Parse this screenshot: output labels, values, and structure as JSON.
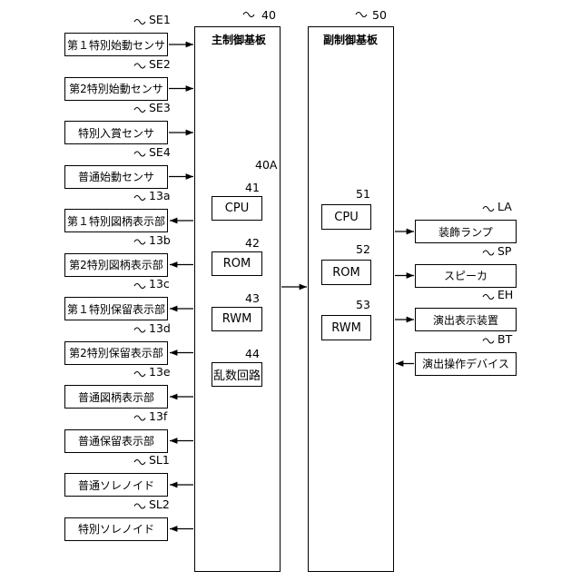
{
  "main_board": {
    "label": "主制御基板",
    "ref": "40"
  },
  "sub_board": {
    "label": "副制御基板",
    "ref": "50"
  },
  "main_group": {
    "ref": "40A"
  },
  "main_components": [
    {
      "label": "CPU",
      "ref": "41"
    },
    {
      "label": "ROM",
      "ref": "42"
    },
    {
      "label": "RWM",
      "ref": "43"
    },
    {
      "label": "乱数回路",
      "ref": "44"
    }
  ],
  "sub_components": [
    {
      "label": "CPU",
      "ref": "51"
    },
    {
      "label": "ROM",
      "ref": "52"
    },
    {
      "label": "RWM",
      "ref": "53"
    }
  ],
  "left_items": [
    {
      "label": "第１特別始動センサ",
      "ref": "SE1",
      "direction": "in"
    },
    {
      "label": "第2特別始動センサ",
      "ref": "SE2",
      "direction": "in"
    },
    {
      "label": "特別入賞センサ",
      "ref": "SE3",
      "direction": "in"
    },
    {
      "label": "普通始動センサ",
      "ref": "SE4",
      "direction": "in"
    },
    {
      "label": "第１特別図柄表示部",
      "ref": "13a",
      "direction": "out"
    },
    {
      "label": "第2特別図柄表示部",
      "ref": "13b",
      "direction": "out"
    },
    {
      "label": "第１特別保留表示部",
      "ref": "13c",
      "direction": "out"
    },
    {
      "label": "第2特別保留表示部",
      "ref": "13d",
      "direction": "out"
    },
    {
      "label": "普通図柄表示部",
      "ref": "13e",
      "direction": "out"
    },
    {
      "label": "普通保留表示部",
      "ref": "13f",
      "direction": "out"
    },
    {
      "label": "普通ソレノイド",
      "ref": "SL1",
      "direction": "out"
    },
    {
      "label": "特別ソレノイド",
      "ref": "SL2",
      "direction": "out"
    }
  ],
  "right_items": [
    {
      "label": "装飾ランプ",
      "ref": "LA",
      "direction": "out"
    },
    {
      "label": "スピーカ",
      "ref": "SP",
      "direction": "out"
    },
    {
      "label": "演出表示装置",
      "ref": "EH",
      "direction": "out"
    },
    {
      "label": "演出操作デバイス",
      "ref": "BT",
      "direction": "in"
    }
  ]
}
